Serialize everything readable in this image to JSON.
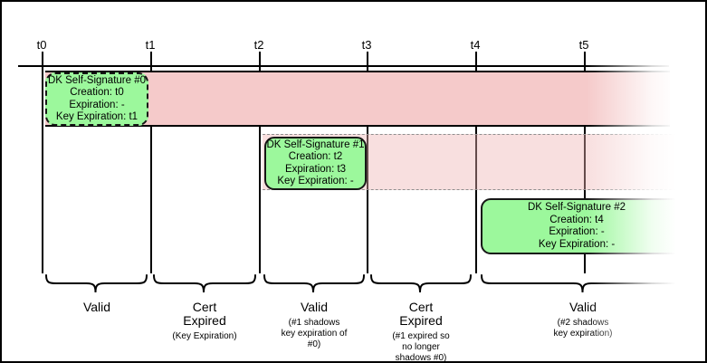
{
  "timeline": {
    "ticks": [
      "t0",
      "t1",
      "t2",
      "t3",
      "t4",
      "t5"
    ]
  },
  "signatures": [
    {
      "lines": [
        "DK Self-Signature #0",
        "Creation: t0",
        "Expiration: -",
        "Key Expiration: t1"
      ]
    },
    {
      "lines": [
        "DK Self-Signature #1",
        "Creation: t2",
        "Expiration: t3",
        "Key Expiration: -"
      ]
    },
    {
      "lines": [
        "DK Self-Signature #2",
        "Creation: t4",
        "Expiration: -",
        "Key Expiration: -"
      ]
    }
  ],
  "segments": [
    {
      "label": "Valid",
      "note": ""
    },
    {
      "label": "Cert\nExpired",
      "note": "(Key Expiration)"
    },
    {
      "label": "Valid",
      "note": "(#1 shadows\nkey expiration of\n#0)"
    },
    {
      "label": "Cert\nExpired",
      "note": "(#1 expired so\nno longer\nshadows #0)"
    },
    {
      "label": "Valid",
      "note": "(#2 shadows\nkey expiration)"
    }
  ],
  "colors": {
    "expired_band": "#f5caca",
    "shadow_band": "#f8e3e3",
    "signature_green": "#9cf89c"
  }
}
